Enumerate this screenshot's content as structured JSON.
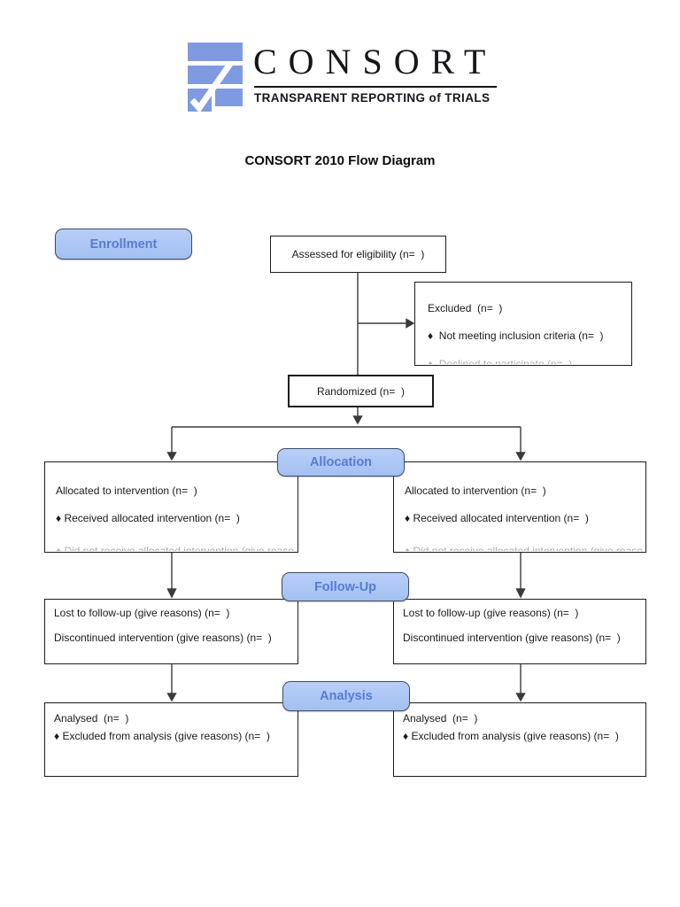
{
  "logo": {
    "wordmark": "CONSORT",
    "tagline": "TRANSPARENT REPORTING of TRIALS",
    "icon": "consort-checkmark-bars-icon",
    "icon_color": "#7f9ae0"
  },
  "title": "CONSORT 2010 Flow Diagram",
  "labels": {
    "enrollment": "Enrollment",
    "allocation": "Allocation",
    "followup": "Follow-Up",
    "analysis": "Analysis"
  },
  "boxes": {
    "eligibility": {
      "text": "Assessed for eligibility (n=  )"
    },
    "excluded": {
      "line1": "Excluded  (n=  )",
      "line2": "♦  Not meeting inclusion criteria (n=  )",
      "line3_clipped": "♦  Declined to participate (n=  )"
    },
    "randomized": {
      "text": "Randomized (n=  )"
    },
    "allocation_left": {
      "line1": "Allocated to intervention (n=  )",
      "line2": "♦ Received allocated intervention (n=  )",
      "line3_clipped": "♦ Did not receive allocated intervention (give reasons) (n=  )"
    },
    "allocation_right": {
      "line1": "Allocated to intervention (n=  )",
      "line2": "♦ Received allocated intervention (n=  )",
      "line3_clipped": "♦ Did not receive allocated intervention (give reasons) (n=  )"
    },
    "followup_left": {
      "line1": "Lost to follow-up (give reasons) (n=  )",
      "line2": "Discontinued intervention (give reasons) (n=  )"
    },
    "followup_right": {
      "line1": "Lost to follow-up (give reasons) (n=  )",
      "line2": "Discontinued intervention (give reasons) (n=  )"
    },
    "analysis_left": {
      "line1": "Analysed  (n=  )",
      "line2": "♦ Excluded from analysis (give reasons) (n=  )"
    },
    "analysis_right": {
      "line1": "Analysed  (n=  )",
      "line2": "♦ Excluded from analysis (give reasons) (n=  )"
    }
  },
  "colors": {
    "stage_fill": "#aac6f4",
    "stage_border": "#3d4c66",
    "stage_text": "#567cd3",
    "box_border": "#1c1c1c",
    "connector_line": "#3a3a3a",
    "logo_blue": "#7f9ae0"
  }
}
